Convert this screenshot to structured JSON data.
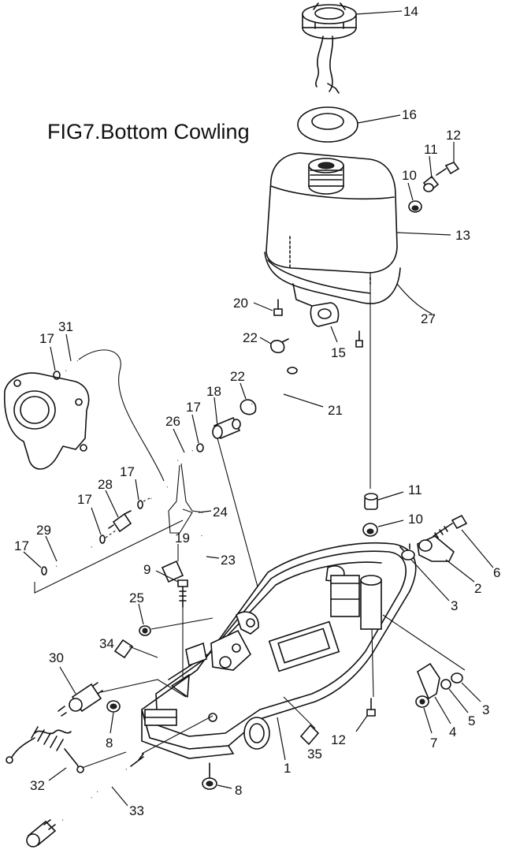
{
  "title": "FIG7.Bottom Cowling",
  "callouts": [
    {
      "id": "c14",
      "text": "14"
    },
    {
      "id": "c16",
      "text": "16"
    },
    {
      "id": "c12a",
      "text": "12"
    },
    {
      "id": "c11a",
      "text": "11"
    },
    {
      "id": "c10a",
      "text": "10"
    },
    {
      "id": "c13",
      "text": "13"
    },
    {
      "id": "c20",
      "text": "20"
    },
    {
      "id": "c27",
      "text": "27"
    },
    {
      "id": "c22a",
      "text": "22"
    },
    {
      "id": "c15",
      "text": "15"
    },
    {
      "id": "c31",
      "text": "31"
    },
    {
      "id": "c17a",
      "text": "17"
    },
    {
      "id": "c22b",
      "text": "22"
    },
    {
      "id": "c18",
      "text": "18"
    },
    {
      "id": "c21",
      "text": "21"
    },
    {
      "id": "c17b",
      "text": "17"
    },
    {
      "id": "c26",
      "text": "26"
    },
    {
      "id": "c17c",
      "text": "17"
    },
    {
      "id": "c28",
      "text": "28"
    },
    {
      "id": "c17d",
      "text": "17"
    },
    {
      "id": "c24",
      "text": "24"
    },
    {
      "id": "c11b",
      "text": "11"
    },
    {
      "id": "c10b",
      "text": "10"
    },
    {
      "id": "c6",
      "text": "6"
    },
    {
      "id": "c29",
      "text": "29"
    },
    {
      "id": "c19",
      "text": "19"
    },
    {
      "id": "c17e",
      "text": "17"
    },
    {
      "id": "c23",
      "text": "23"
    },
    {
      "id": "c2",
      "text": "2"
    },
    {
      "id": "c3a",
      "text": "3"
    },
    {
      "id": "c9",
      "text": "9"
    },
    {
      "id": "c25",
      "text": "25"
    },
    {
      "id": "c34",
      "text": "34"
    },
    {
      "id": "c30",
      "text": "30"
    },
    {
      "id": "c3b",
      "text": "3"
    },
    {
      "id": "c5",
      "text": "5"
    },
    {
      "id": "c4",
      "text": "4"
    },
    {
      "id": "c7",
      "text": "7"
    },
    {
      "id": "c12b",
      "text": "12"
    },
    {
      "id": "c8a",
      "text": "8"
    },
    {
      "id": "c35",
      "text": "35"
    },
    {
      "id": "c1",
      "text": "1"
    },
    {
      "id": "c32",
      "text": "32"
    },
    {
      "id": "c33",
      "text": "33"
    },
    {
      "id": "c8b",
      "text": "8"
    }
  ]
}
